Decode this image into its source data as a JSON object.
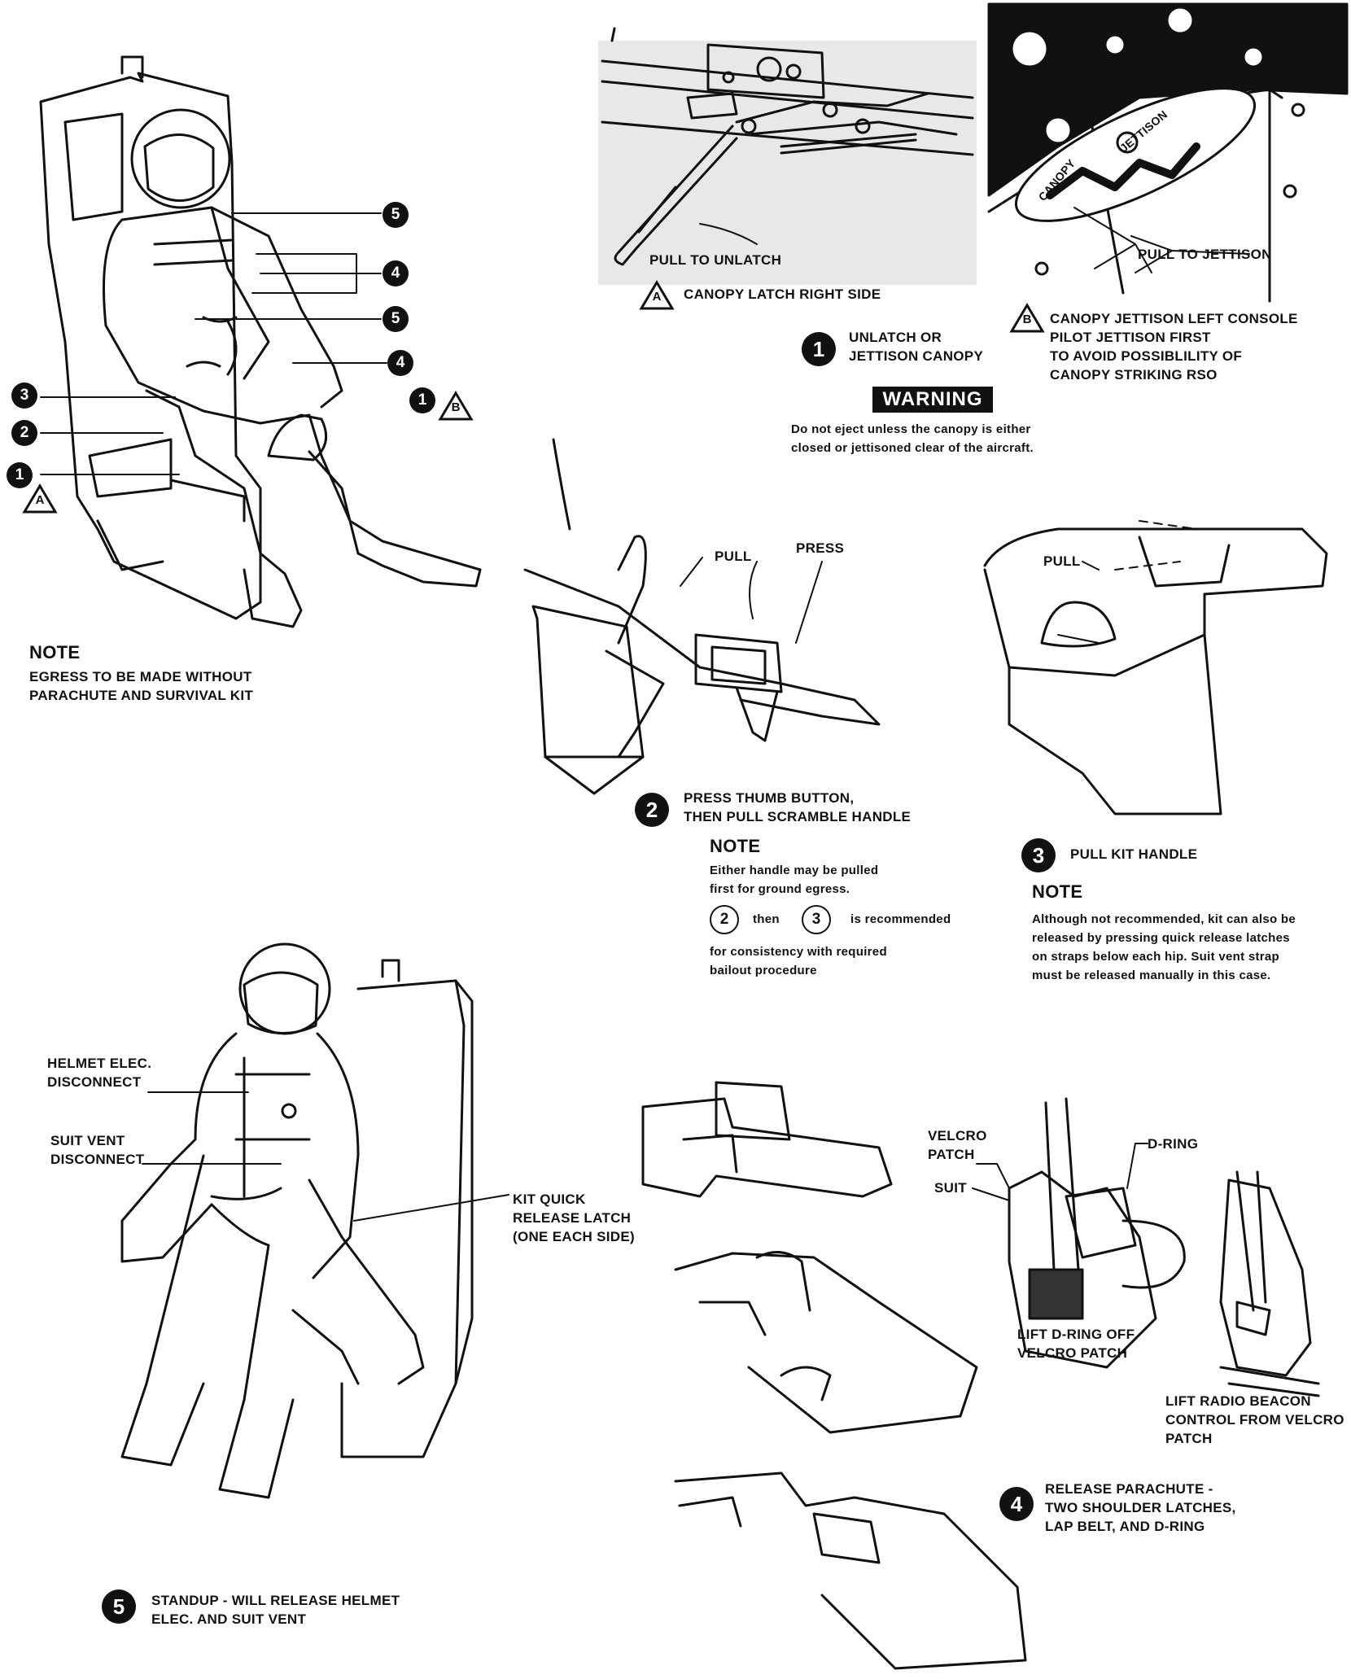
{
  "seat_top": {
    "callouts": [
      "5",
      "4",
      "5",
      "4",
      "1",
      "3",
      "2",
      "1"
    ],
    "flags": [
      "B",
      "A"
    ]
  },
  "note_top": {
    "heading": "NOTE",
    "text": "EGRESS TO BE MADE WITHOUT\nPARACHUTE AND SURVIVAL KIT"
  },
  "canopy": {
    "pull_to_unlatch": "PULL TO UNLATCH",
    "latch_caption": "CANOPY LATCH RIGHT SIDE",
    "latch_flag": "A",
    "handle_text_1": "CANOPY",
    "handle_text_2": "JETTISON",
    "pull_to_jettison": "PULL TO JETTISON",
    "jettison_flag": "B",
    "jettison_caption": "CANOPY JETTISON LEFT CONSOLE\nPILOT JETTISON FIRST\nTO AVOID POSSIBLILITY OF\nCANOPY STRIKING RSO"
  },
  "step1": {
    "num": "1",
    "text": "UNLATCH OR\nJETTISON CANOPY"
  },
  "warning": {
    "label": "WARNING",
    "text": "Do not eject unless the canopy is either\nclosed or jettisoned clear of the aircraft."
  },
  "step2": {
    "num": "2",
    "pull": "PULL",
    "press": "PRESS",
    "text": "PRESS THUMB BUTTON,\nTHEN PULL SCRAMBLE HANDLE",
    "note_heading": "NOTE",
    "note_line1": "Either handle may be pulled\nfirst for ground egress.",
    "note_num_a": "2",
    "note_then": "then",
    "note_num_b": "3",
    "note_recommended": "is recommended",
    "note_line2": "for consistency with required\nbailout procedure"
  },
  "step3": {
    "num": "3",
    "pull": "PULL",
    "text": "PULL KIT HANDLE",
    "note_heading": "NOTE",
    "note_text": "Although not recommended, kit can also be\nreleased by pressing quick release latches\non straps below each hip.  Suit vent strap\nmust be released manually in this case."
  },
  "seat_bottom": {
    "helmet": "HELMET ELEC.\nDISCONNECT",
    "suit_vent": "SUIT VENT\nDISCONNECT",
    "kit_latch": "KIT QUICK\nRELEASE LATCH\n(ONE EACH SIDE)"
  },
  "step5": {
    "num": "5",
    "text": "STANDUP - WILL RELEASE HELMET\nELEC. AND SUIT VENT"
  },
  "step4": {
    "num": "4",
    "velcro_patch": "VELCRO\nPATCH",
    "suit": "SUIT",
    "d_ring": "D-RING",
    "lift_dring": "LIFT D-RING OFF\nVELCRO PATCH",
    "lift_radio": "LIFT RADIO BEACON\nCONTROL FROM VELCRO\nPATCH",
    "text": "RELEASE PARACHUTE -\nTWO SHOULDER LATCHES,\nLAP BELT, AND D-RING"
  },
  "colors": {
    "ink": "#111111",
    "paper": "#ffffff",
    "screen": "#cfcfcf"
  }
}
